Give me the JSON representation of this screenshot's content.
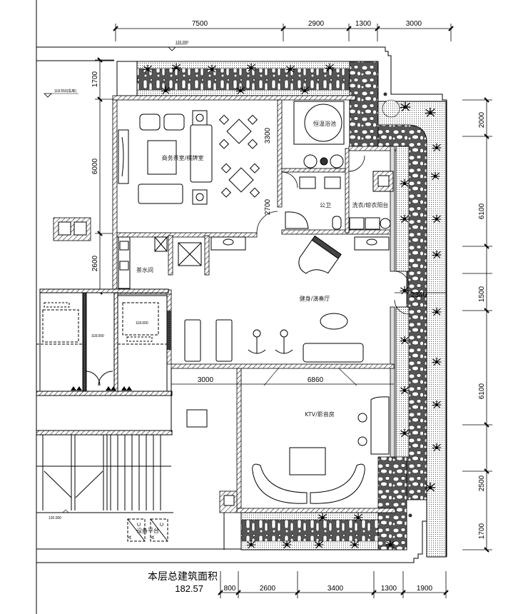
{
  "drawing": {
    "type": "floor-plan",
    "summary": {
      "area_label": "本层总建筑面积",
      "area_value": "182.57"
    },
    "rooms": [
      {
        "id": "tea-chess",
        "label": "商务茶室/棋牌室"
      },
      {
        "id": "spa",
        "label": "恒温浴池"
      },
      {
        "id": "bathroom",
        "label": "公卫"
      },
      {
        "id": "laundry",
        "label": "洗衣/晾衣阳台"
      },
      {
        "id": "pantry",
        "label": "茶水间"
      },
      {
        "id": "gym",
        "label": "健身/演奏厅"
      },
      {
        "id": "ktv",
        "label": "KTV/影音房"
      },
      {
        "id": "equipment",
        "label": "设备平台"
      }
    ],
    "elevations": [
      "120.000",
      "118.550(车库)",
      "118.000",
      "118.000",
      "120.000"
    ],
    "dimensions": {
      "top": [
        "7500",
        "2900",
        "1300",
        "3000"
      ],
      "bottom": [
        "800",
        "2600",
        "3400",
        "1300",
        "1900"
      ],
      "left": [
        "1700",
        "6000",
        "2600"
      ],
      "right": [
        "2000",
        "6100",
        "1500",
        "6100",
        "2500",
        "1700"
      ],
      "interior": [
        "3300",
        "2700",
        "2340",
        "3000",
        "6860"
      ]
    },
    "equipment_marks": [
      "A",
      "C",
      "A",
      "C"
    ]
  }
}
